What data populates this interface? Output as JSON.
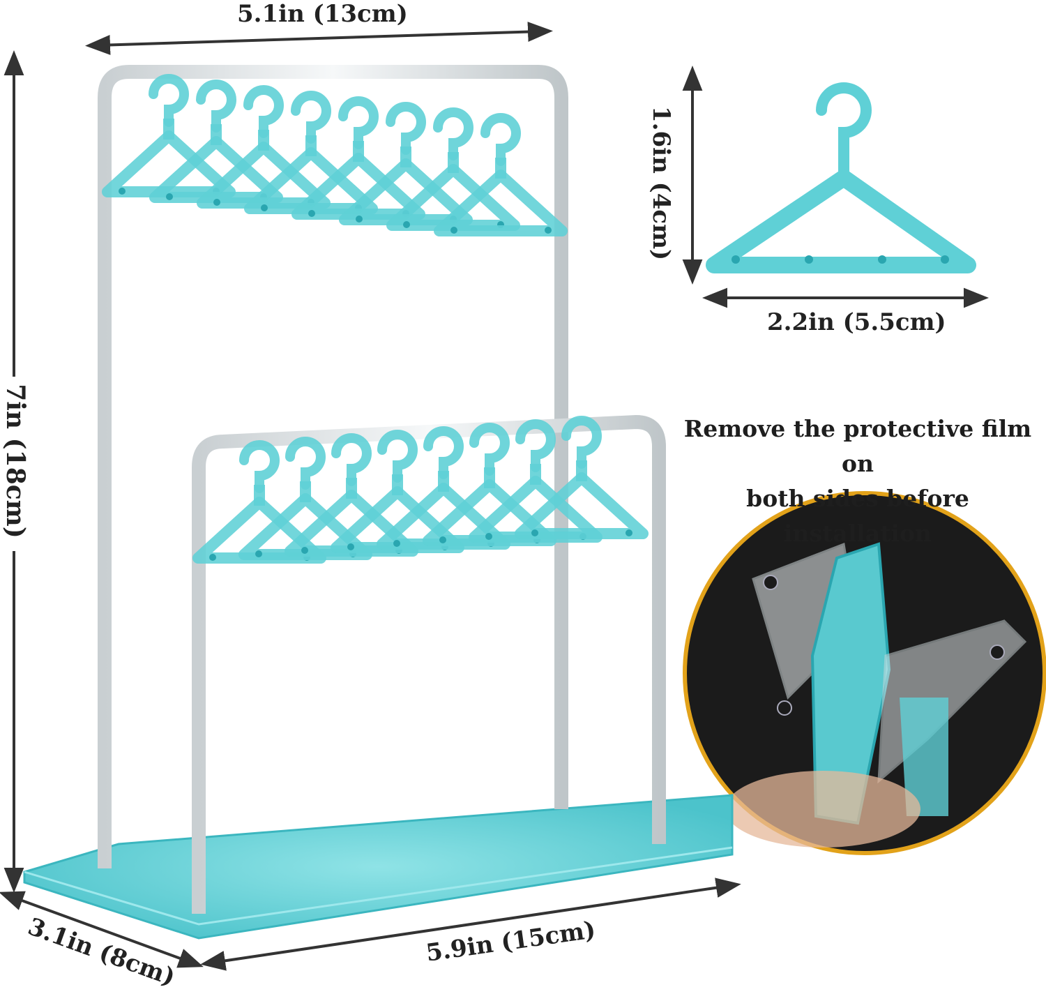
{
  "dimensions": {
    "top_width": "5.1in (13cm)",
    "height": "7in (18cm)",
    "base_length": "5.9in (15cm)",
    "base_depth": "3.1in (8cm)",
    "hanger_height": "1.6in (4cm)",
    "hanger_width": "2.2in (5.5cm)"
  },
  "note": {
    "line1": "Remove the protective film on",
    "line2": "both sides before installation"
  },
  "colors": {
    "acrylic_teal": "#5fd0d6",
    "acrylic_teal_dark": "#3bb6bf",
    "rod_clear": "#dfe4e6",
    "text": "#222222",
    "circle_bg": "#1b1b1b",
    "circle_ring": "#e2a21a"
  },
  "hangers": {
    "upper_row_count": 8,
    "lower_row_count": 8
  }
}
